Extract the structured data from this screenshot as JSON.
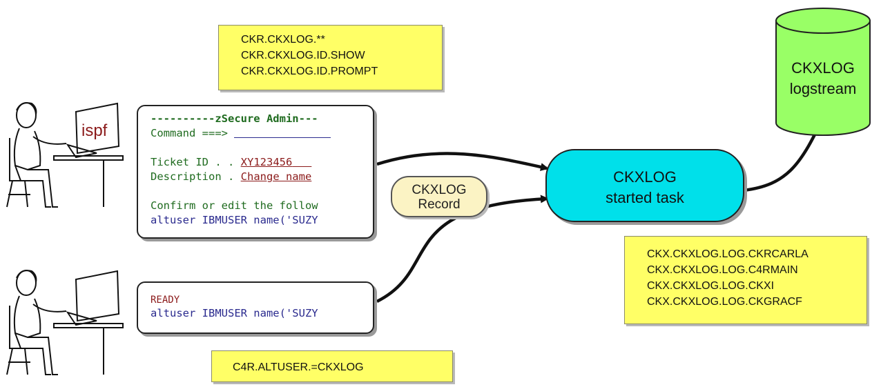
{
  "profiles_top": {
    "lines": [
      "CKR.CKXLOG.**",
      "CKR.CKXLOG.ID.SHOW",
      "CKR.CKXLOG.ID.PROMPT"
    ]
  },
  "isfp_screen": {
    "title_line": "----------zSecure Admin---",
    "command_label": "Command ===> ",
    "ticket_label": "Ticket ID . . ",
    "ticket_value": "XY123456",
    "description_label": "Description . ",
    "description_value": "Change name",
    "confirm_line": "Confirm or edit the follow",
    "command_text": "altuser IBMUSER name('SUZY"
  },
  "tso_screen": {
    "ready": "READY",
    "command_text": "altuser IBMUSER name('SUZY"
  },
  "terminal_label": "ispf",
  "record_label": {
    "line1": "CKXLOG",
    "line2": "Record"
  },
  "started_task": {
    "line1": "CKXLOG",
    "line2": "started task"
  },
  "logstream": {
    "line1": "CKXLOG",
    "line2": "logstream"
  },
  "profiles_right": {
    "lines": [
      "CKX.CKXLOG.LOG.CKRCARLA",
      "CKX.CKXLOG.LOG.C4RMAIN",
      "CKX.CKXLOG.LOG.CKXI",
      "CKX.CKXLOG.LOG.CKGRACF"
    ]
  },
  "profile_bottom": {
    "line": "C4R.ALTUSER.=CKXLOG"
  },
  "colors": {
    "yellow_box": "#ffff66",
    "task_fill": "#00e0ea",
    "cylinder_fill": "#99ff66",
    "record_fill": "#fbf3c4",
    "ispf_red": "#8b1a1a",
    "screen_green": "#1f6b1f",
    "screen_navy": "#2a2a8e"
  }
}
